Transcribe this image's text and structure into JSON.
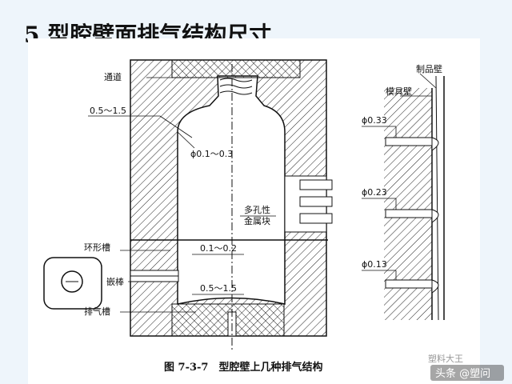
{
  "slide": {
    "title": "5.型腔壁面排气结构尺寸"
  },
  "figure": {
    "caption": "图 7-3-7　型腔壁上几种排气结构",
    "labels": {
      "channel": "通道",
      "gap_top": "0.5～1.5",
      "hole_dia": "ϕ0.1～0.3",
      "porous_line1": "多孔性",
      "porous_line2": "金属块",
      "ring_groove": "环形槽",
      "ring_gap": "0.1～0.2",
      "insert_rod": "嵌棒",
      "gap_bottom": "0.5～1.5",
      "exhaust_groove": "排气槽",
      "product_wall": "制品壁",
      "mold_wall": "模具壁",
      "dia_1": "ϕ0.33",
      "dia_2": "ϕ0.23",
      "dia_3": "ϕ0.13"
    }
  },
  "watermark": {
    "line1": "塑料大王",
    "line2": "头条 @塑问"
  }
}
